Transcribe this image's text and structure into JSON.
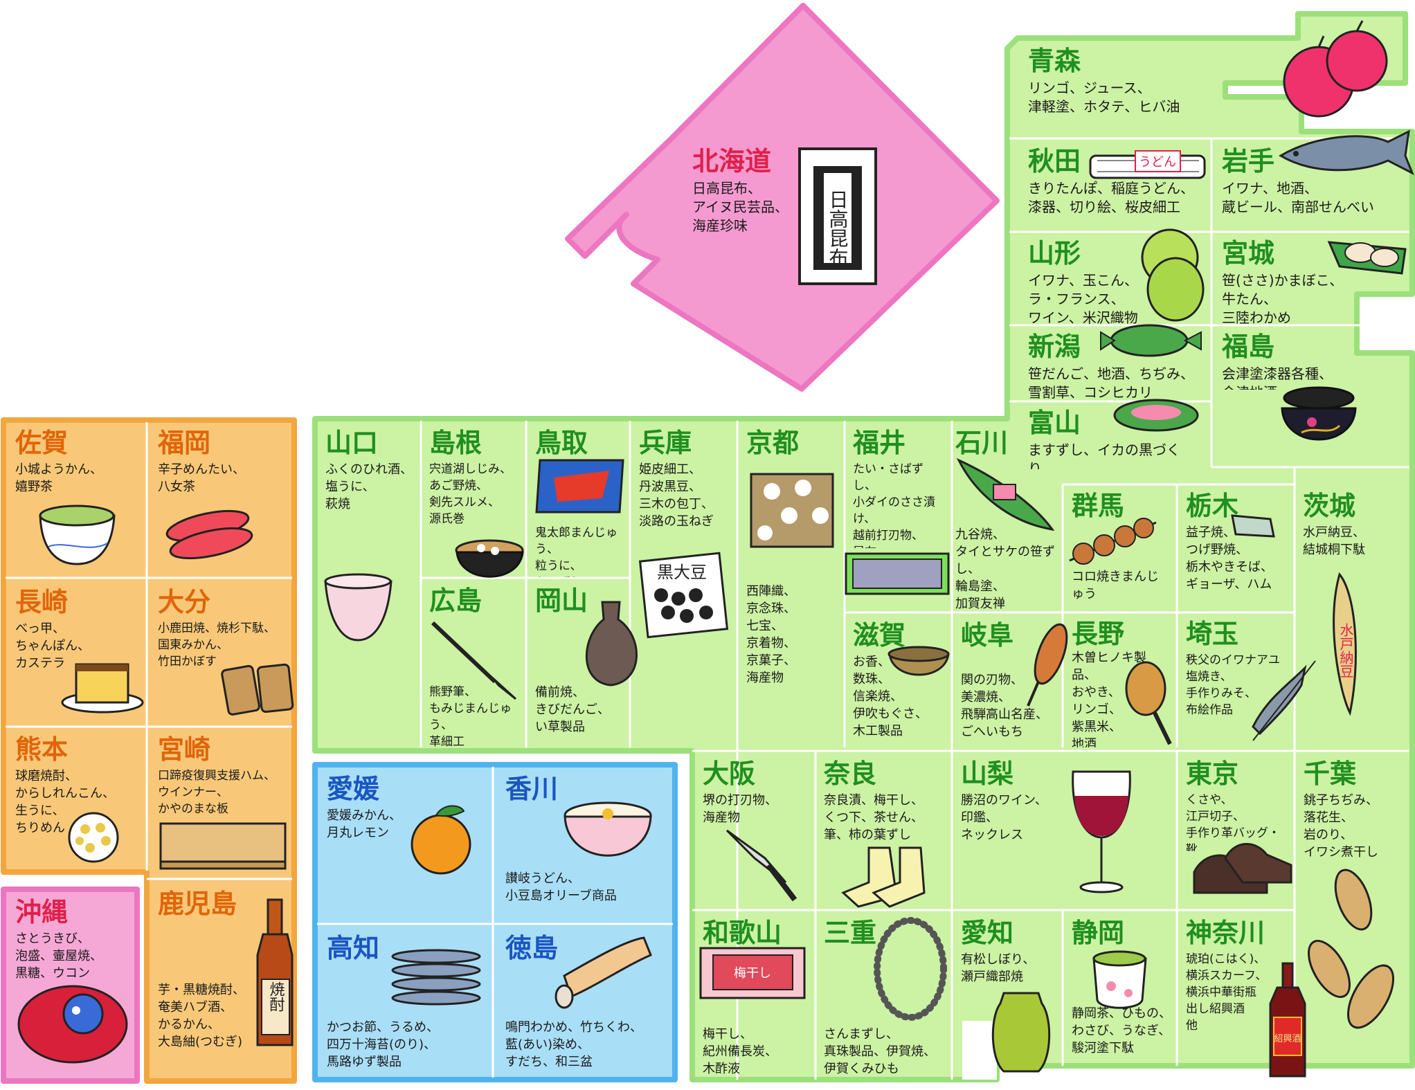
{
  "colors": {
    "hokkaido": "#f59ad0",
    "tohoku_kanto_chubu_kansai": "#ccf2a4",
    "kyushu": "#f8c878",
    "shikoku": "#a9def7",
    "okinawa": "#f5a8d6",
    "border_green": "#9be07a",
    "border_orange": "#f3a63e",
    "border_blue": "#4fb3ee",
    "border_pink": "#ec76c0",
    "name_green": "#1f8f1f",
    "name_orange": "#e0650a",
    "name_blue": "#1a55c2",
    "name_red": "#e0204a"
  },
  "prefectures": {
    "hokkaido": {
      "name": "北海道",
      "items": "日高昆布、\nアイヌ民芸品、\n海産珍味",
      "icon": "kombu-package-icon",
      "label": "日高昆布"
    },
    "aomori": {
      "name": "青森",
      "items": "リンゴ、ジュース、\n津軽塗、ホタテ、ヒバ油",
      "icon": "apple-icon"
    },
    "akita": {
      "name": "秋田",
      "items": "きりたんぽ、稲庭うどん、\n漆器、切り絵、桜皮細工",
      "icon": "udon-bundle-icon",
      "label": "うどん"
    },
    "iwate": {
      "name": "岩手",
      "items": "イワナ、地酒、\n蔵ビール、南部せんべい",
      "icon": "fish-icon"
    },
    "yamagata": {
      "name": "山形",
      "items": "イワナ、玉こん、\nラ・フランス、\nワイン、米沢織物",
      "icon": "pear-icon"
    },
    "miyagi": {
      "name": "宮城",
      "items": "笹(ささ)かまぼこ、\n牛たん、\n三陸わかめ",
      "icon": "kamaboko-icon"
    },
    "niigata": {
      "name": "新潟",
      "items": "笹だんご、地酒、ちぢみ、\n雪割草、コシヒカリ",
      "icon": "sasa-dango-icon"
    },
    "fukushima": {
      "name": "福島",
      "items": "会津塗漆器各種、\n会津地酒",
      "icon": "lacquer-bowl-icon"
    },
    "toyama": {
      "name": "富山",
      "items": "ますずし、イカの黒づくり、\nホタルイカのつくだ煮",
      "icon": "masu-sushi-icon"
    },
    "ishikawa": {
      "name": "石川",
      "items": "九谷焼、\nタイとサケの笹ずし、\n輪島塗、\n加賀友禅",
      "icon": "sasa-sushi-icon"
    },
    "gunma": {
      "name": "群馬",
      "items": "コロ焼きまんじゅう",
      "icon": "manju-skewer-icon"
    },
    "tochigi": {
      "name": "栃木",
      "items": "益子焼、\nつげ野焼、\n栃木やきそば、\nギョーザ、ハム",
      "icon": "ceramic-plate-icon"
    },
    "ibaraki": {
      "name": "茨城",
      "items": "水戸納豆、\n結城桐下駄",
      "icon": "natto-straw-icon",
      "label": "水戸納豆"
    },
    "nagano": {
      "name": "長野",
      "items": "木曽ヒノキ製品、\nおやき、\nリンゴ、\n紫黒米、\n地酒",
      "icon": "wooden-ladle-icon"
    },
    "saitama": {
      "name": "埼玉",
      "items": "秩父のイワナアユ塩焼き、\n手作りみそ、\n布絵作品",
      "icon": "grilled-fish-icon"
    },
    "yamaguchi": {
      "name": "山口",
      "items": "ふくのひれ酒、\n塩うに、\n萩焼",
      "icon": "hagi-cup-icon"
    },
    "shimane": {
      "name": "島根",
      "items": "宍道湖しじみ、\nあご野焼、\n剣先スルメ、\n源氏巻",
      "icon": "miso-soup-icon"
    },
    "tottori": {
      "name": "鳥取",
      "items": "鬼太郎まんじゅう、\n粒うに、\nかにずし",
      "icon": "manju-box-icon"
    },
    "hyogo": {
      "name": "兵庫",
      "items": "姫皮細工、\n丹波黒豆、\n三木の包丁、\n淡路の玉ねぎ",
      "icon": "black-bean-icon",
      "label": "黒大豆"
    },
    "kyoto": {
      "name": "京都",
      "items": "西陣織、\n京念珠、\n七宝、\n京着物、\n京菓子、\n海産物",
      "icon": "nishijin-textile-icon"
    },
    "fukui": {
      "name": "福井",
      "items": "たい・さばずし、\n小ダイのささ漬け、\n越前打刃物、\n昆布",
      "icon": "sushi-box-icon"
    },
    "hiroshima": {
      "name": "広島",
      "items": "熊野筆、\nもみじまんじゅう、\n革細工",
      "icon": "brush-icon"
    },
    "okayama": {
      "name": "岡山",
      "items": "備前焼、\nきびだんご、\nい草製品",
      "icon": "bizen-vase-icon"
    },
    "shiga": {
      "name": "滋賀",
      "items": "お香、\n数珠、\n信楽焼、\n伊吹もぐさ、\n木工製品",
      "icon": "shigaraki-bowl-icon"
    },
    "gifu": {
      "name": "岐阜",
      "items": "関の刃物、\n美濃焼、\n飛騨高山名産、\nごへいもち",
      "icon": "gohei-mochi-icon"
    },
    "saga": {
      "name": "佐賀",
      "items": "小城ようかん、\n嬉野茶",
      "icon": "tea-cup-icon"
    },
    "fukuoka": {
      "name": "福岡",
      "items": "辛子めんたい、\n八女茶",
      "icon": "mentaiko-icon"
    },
    "nagasaki": {
      "name": "長崎",
      "items": "べっ甲、\nちゃんぽん、\nカステラ",
      "icon": "castella-icon"
    },
    "oita": {
      "name": "大分",
      "items": "小鹿田焼、焼杉下駄、\n国東みかん、\n竹田かぼす",
      "icon": "geta-icon"
    },
    "kumamoto": {
      "name": "熊本",
      "items": "球磨焼酎、\nからしれんこん、\n生うに、\nちりめん",
      "icon": "lotus-root-icon"
    },
    "miyazaki": {
      "name": "宮崎",
      "items": "口蹄疫復興支援ハム、\nウインナー、\nかやのまな板",
      "icon": "cutting-board-icon"
    },
    "okinawa": {
      "name": "沖縄",
      "items": "さとうきび、\n泡盛、壷屋焼、\n黒糖、ウコン",
      "icon": "shisa-icon"
    },
    "kagoshima": {
      "name": "鹿児島",
      "items": "芋・黒糖焼酎、\n奄美ハブ酒、\nかるかん、\n大島紬(つむぎ)",
      "icon": "shochu-bottle-icon",
      "label": "焼酎"
    },
    "ehime": {
      "name": "愛媛",
      "items": "愛媛みかん、\n月丸レモン",
      "icon": "mikan-icon"
    },
    "kagawa": {
      "name": "香川",
      "items": "讃岐うどん、\n小豆島オリーブ商品",
      "icon": "udon-bowl-icon"
    },
    "kochi": {
      "name": "高知",
      "items": "かつお節、うるめ、\n四万十海苔(のり)、\n馬路ゆず製品",
      "icon": "dried-sardine-icon"
    },
    "tokushima": {
      "name": "徳島",
      "items": "鳴門わかめ、竹ちくわ、\n藍(あい)染め、\nすだち、和三盆",
      "icon": "chikuwa-icon"
    },
    "osaka": {
      "name": "大阪",
      "items": "堺の打刃物、\n海産物",
      "icon": "kitchen-knife-icon"
    },
    "nara": {
      "name": "奈良",
      "items": "奈良漬、梅干し、\nくつ下、茶せん、\n筆、柿の葉ずし",
      "icon": "socks-icon"
    },
    "yamanashi": {
      "name": "山梨",
      "items": "勝沼のワイン、\n印鑑、\nネックレス",
      "icon": "wine-glass-icon"
    },
    "tokyo": {
      "name": "東京",
      "items": "くさや、\n江戸切子、\n手作り革バッグ・靴",
      "icon": "leather-shoes-icon"
    },
    "chiba": {
      "name": "千葉",
      "items": "銚子ちぢみ、\n落花生、\n岩のり、\nイワシ煮干し",
      "icon": "peanut-icon"
    },
    "wakayama": {
      "name": "和歌山",
      "items": "梅干し、\n紀州備長炭、\n木酢液",
      "icon": "umeboshi-box-icon",
      "label": "梅干し"
    },
    "mie": {
      "name": "三重",
      "items": "さんまずし、\n真珠製品、伊賀焼、\n伊賀くみひも",
      "icon": "pearl-necklace-icon"
    },
    "aichi": {
      "name": "愛知",
      "items": "有松しぼり、\n瀬戸織部焼",
      "icon": "oribe-vase-icon"
    },
    "shizuoka": {
      "name": "静岡",
      "items": "静岡茶、ひもの、\nわさび、うなぎ、\n駿河塗下駄",
      "icon": "tea-cup-icon"
    },
    "kanagawa": {
      "name": "神奈川",
      "items": "琥珀(こはく)、\n横浜スカーフ、\n横浜中華街瓶\n出し紹興酒\n他",
      "icon": "shaoxing-bottle-icon",
      "label": "紹興酒"
    }
  }
}
